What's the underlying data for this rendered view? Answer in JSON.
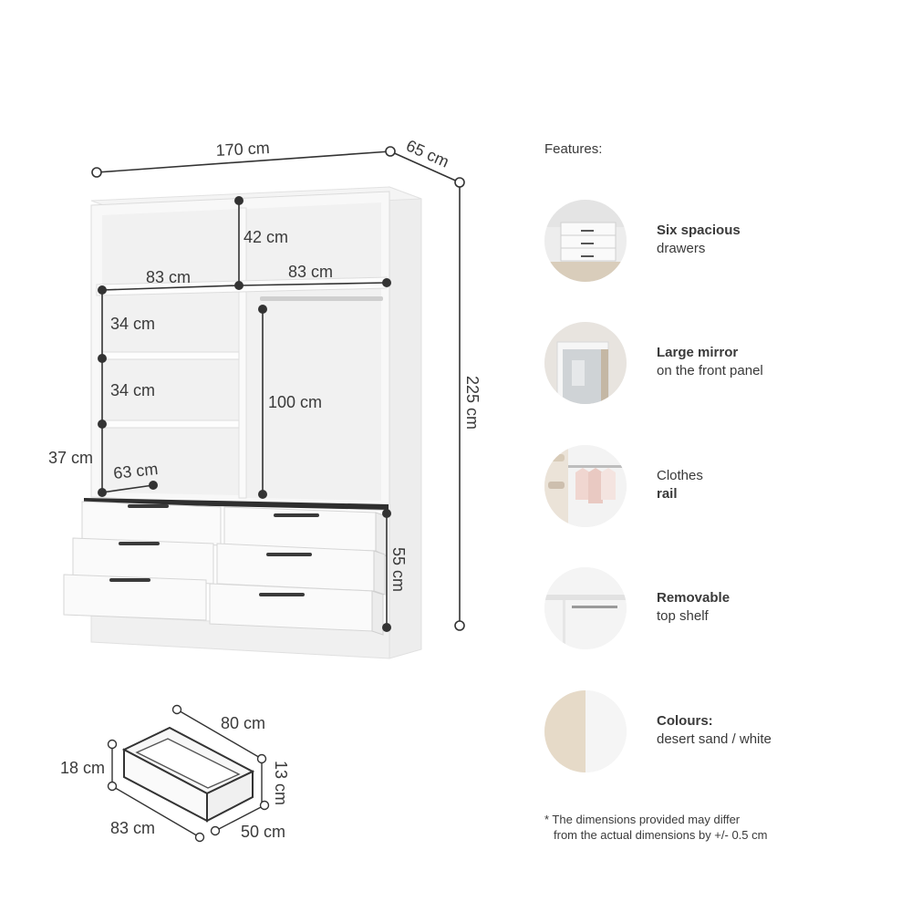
{
  "dimensions": {
    "width": "170 cm",
    "depth": "65 cm",
    "height": "225 cm",
    "top_shelf": "42 cm",
    "left_width": "83 cm",
    "right_width": "83 cm",
    "shelf_gap_1": "34 cm",
    "shelf_gap_2": "34 cm",
    "bottom_height": "37 cm",
    "inner_depth": "63 cm",
    "rail_height": "100 cm",
    "drawer_block": "55 cm"
  },
  "drawer_dims": {
    "width": "80 cm",
    "outer_width": "83 cm",
    "depth": "50 cm",
    "outer_height": "18 cm",
    "inner_height": "13 cm"
  },
  "features": {
    "title": "Features:",
    "items": [
      {
        "bold": "Six spacious",
        "normal": "drawers",
        "bold_first": true
      },
      {
        "bold": "Large mirror",
        "normal": "on the front panel",
        "bold_first": true
      },
      {
        "bold": "rail",
        "normal": "Clothes",
        "bold_first": false
      },
      {
        "bold": "Removable",
        "normal": "top shelf",
        "bold_first": true
      },
      {
        "bold": "Colours:",
        "normal": "desert sand / white",
        "bold_first": true
      }
    ]
  },
  "note": {
    "line1": "* The dimensions provided may differ",
    "line2": "from the actual dimensions by +/- 0.5 cm"
  },
  "colors": {
    "desert_sand": "#e6dac8",
    "white": "#f5f5f5",
    "line": "#333333",
    "text": "#3a3a3a"
  }
}
